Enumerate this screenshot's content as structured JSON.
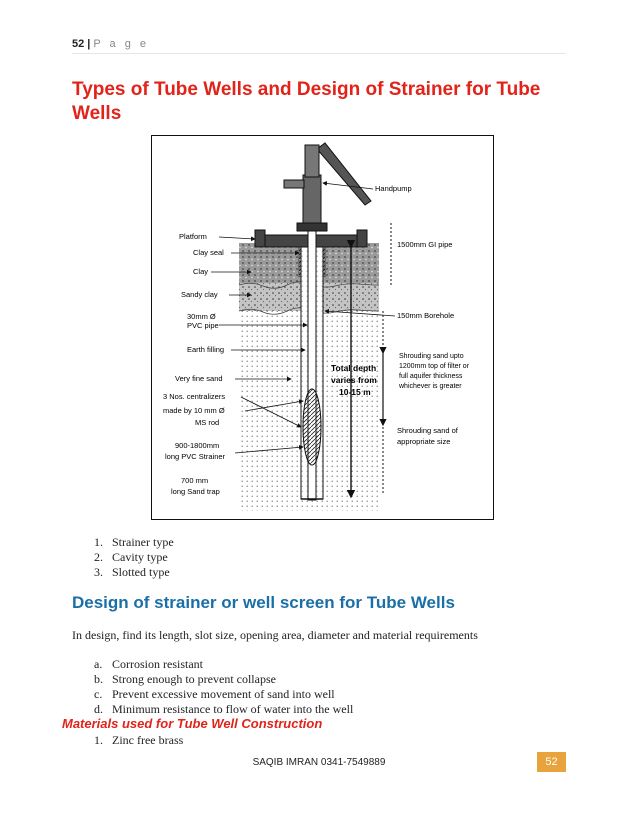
{
  "header": {
    "page_number": "52",
    "separator": "|",
    "page_word": "P a g e"
  },
  "title": "Types of Tube Wells and Design of Strainer for Tube Wells",
  "figure": {
    "labels": {
      "handpump": "Handpump",
      "platform": "Platform",
      "clay_seal": "Clay seal",
      "clay": "Clay",
      "sandy_clay": "Sandy clay",
      "pvc_line1": "30mm Ø",
      "pvc_line2": "PVC pipe",
      "earth_filling": "Earth filling",
      "very_fine_sand": "Very fine sand",
      "centralizer_line1": "3 Nos. centralizers",
      "centralizer_line2": "made by 10 mm Ø",
      "centralizer_line3": "MS rod",
      "strainer_line1": "900-1800mm",
      "strainer_line2": "long PVC Strainer",
      "sandtrap_line1": "700 mm",
      "sandtrap_line2": "long Sand trap",
      "gi_pipe": "1500mm GI pipe",
      "borehole": "150mm Borehole",
      "shroud1_line1": "Shrouding sand upto",
      "shroud1_line2": "1200mm top of filter or",
      "shroud1_line3": "full aquifer thickness",
      "shroud1_line4": "whichever is greater",
      "shroud2_line1": "Shrouding sand of",
      "shroud2_line2": "appropriate size",
      "depth_line1": "Total depth",
      "depth_line2": "varies from",
      "depth_line3": "10-15 m"
    }
  },
  "types_list": [
    {
      "num": "1.",
      "text": "Strainer type"
    },
    {
      "num": "2.",
      "text": "Cavity type"
    },
    {
      "num": "3.",
      "text": "Slotted type"
    }
  ],
  "section_heading": "Design of strainer or well screen for Tube Wells",
  "design_paragraph": "In design, find its length, slot size, opening area, diameter and material requirements",
  "requirements_list": [
    {
      "num": "a.",
      "text": "Corrosion resistant"
    },
    {
      "num": "b.",
      "text": "Strong enough to prevent collapse"
    },
    {
      "num": "c.",
      "text": "Prevent excessive movement of sand into well"
    },
    {
      "num": "d.",
      "text": "Minimum resistance to flow of water into the well"
    }
  ],
  "materials_heading": "Materials used for Tube Well Construction",
  "materials_list": [
    {
      "num": "1.",
      "text": "Zinc free brass"
    }
  ],
  "footer": {
    "text": "SAQIB IMRAN 0341-7549889",
    "page_box": "52"
  },
  "colors": {
    "title_red": "#e2231a",
    "heading_blue": "#1b6fa8",
    "page_box_orange": "#e8a33c"
  }
}
